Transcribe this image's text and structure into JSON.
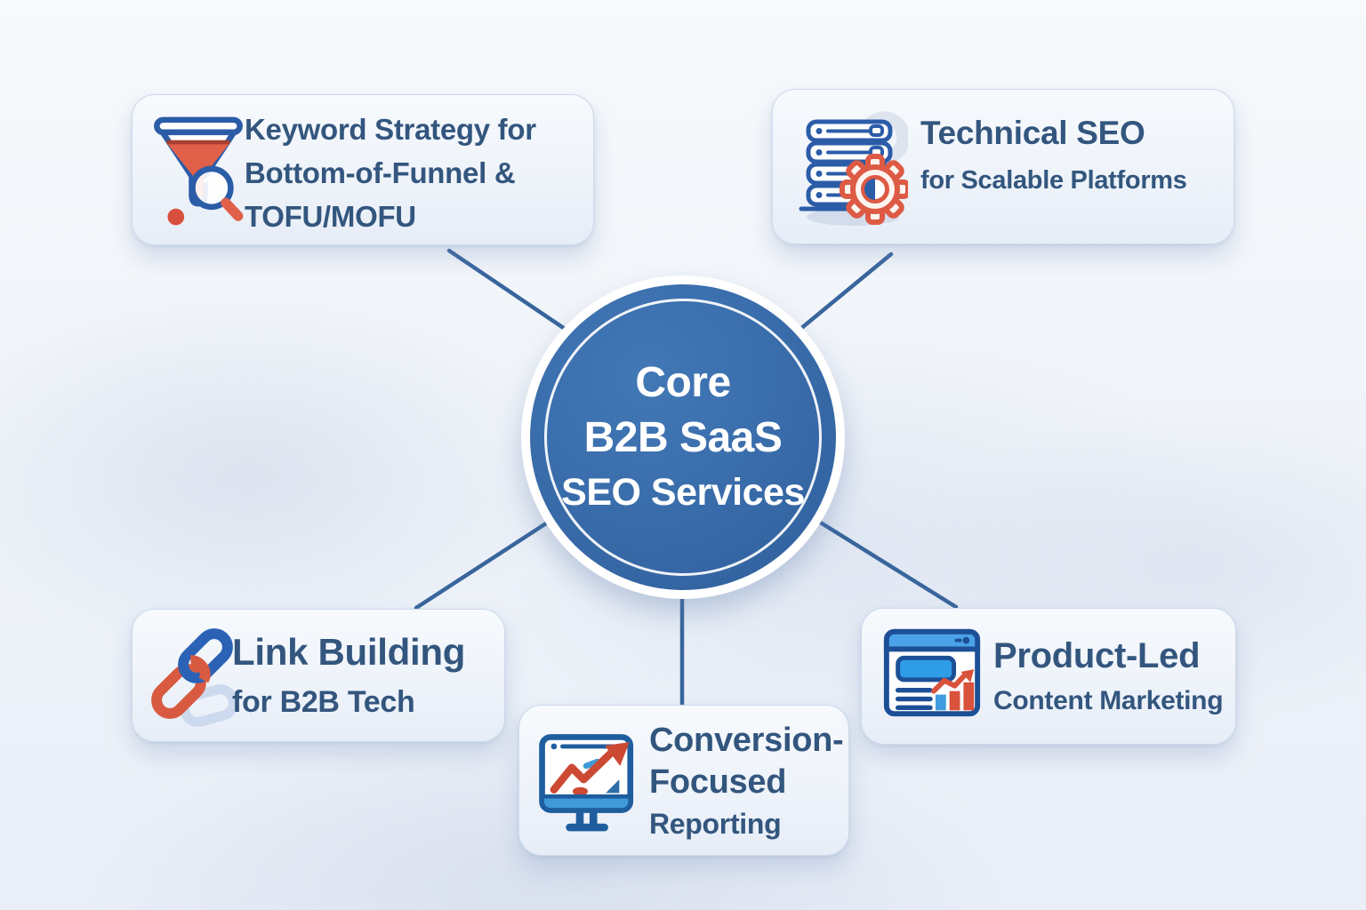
{
  "diagram": {
    "title_implicit": "Core B2B SaaS SEO Services mind map",
    "center": {
      "lines": [
        "Core",
        "B2B SaaS",
        "SEO Services"
      ]
    },
    "nodes": [
      {
        "id": "keyword-strategy",
        "icon": "funnel-magnifying-glass-icon",
        "lines": [
          "Keyword Strategy for",
          "Bottom-of-Funnel &",
          "TOFU/MOFU"
        ]
      },
      {
        "id": "technical-seo",
        "icon": "server-stack-gear-icon",
        "lines": [
          "Technical SEO",
          "for Scalable Platforms"
        ]
      },
      {
        "id": "link-building",
        "icon": "chain-links-icon",
        "lines": [
          "Link Building",
          "for B2B Tech"
        ]
      },
      {
        "id": "conversion-reporting",
        "icon": "monitor-growth-chart-icon",
        "lines": [
          "Conversion-",
          "Focused",
          "Reporting"
        ]
      },
      {
        "id": "product-led-content",
        "icon": "browser-analytics-icon",
        "lines": [
          "Product-Led",
          "Content Marketing"
        ]
      }
    ],
    "colors": {
      "title_text": "#33567e",
      "hub_fill": "#35679f",
      "hub_text": "#ffffff",
      "connector": "#38659c",
      "accent_blue": "#2b5ca8",
      "accent_red": "#d95b43",
      "card_border": "#ccdaec",
      "card_bg": "#f2f6fb",
      "page_bg": "#f1f4f9"
    }
  }
}
